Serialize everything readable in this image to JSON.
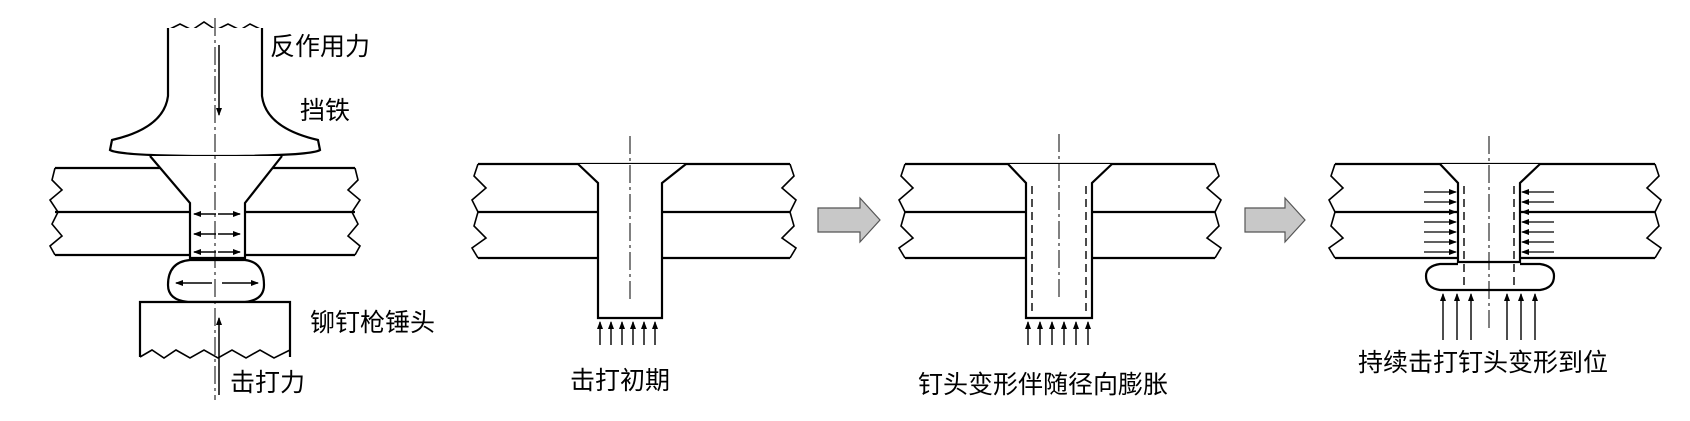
{
  "labels": {
    "reaction_force": "反作用力",
    "bucking_bar": "挡铁",
    "rivet_gun_hammer": "铆钉枪锤头",
    "striking_force_left": "击打力",
    "stage1": "击打初期",
    "stage2": "钉头变形伴随径向膨胀",
    "stage3": "持续击打钉头变形到位"
  },
  "colors": {
    "line": "#000000",
    "step_arrow": "#c8c8c8"
  },
  "icons": {
    "step_arrow": "right-arrow-icon"
  }
}
